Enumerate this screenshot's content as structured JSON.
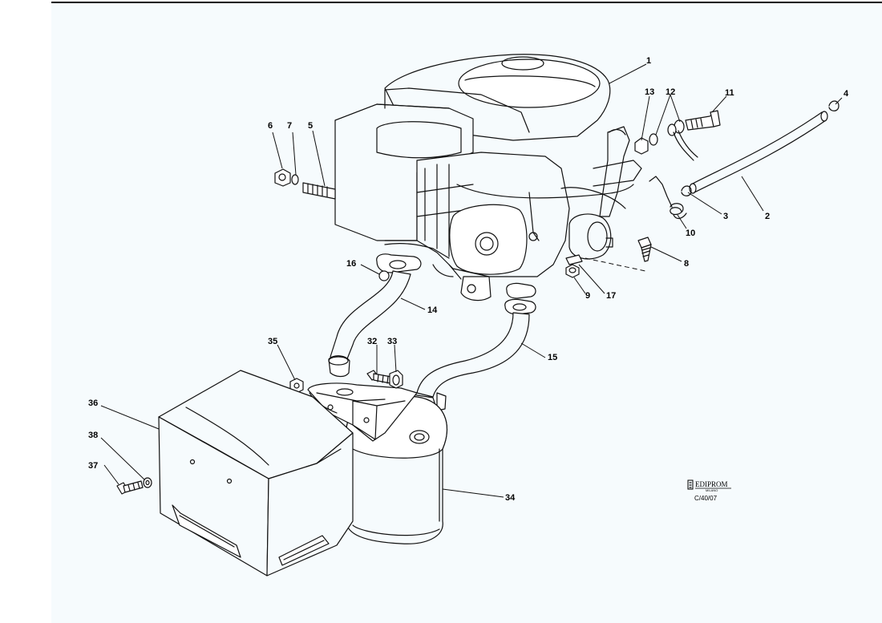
{
  "callouts": [
    {
      "id": "c1",
      "label": "1"
    },
    {
      "id": "c2",
      "label": "2"
    },
    {
      "id": "c3",
      "label": "3"
    },
    {
      "id": "c4",
      "label": "4"
    },
    {
      "id": "c5",
      "label": "5"
    },
    {
      "id": "c6",
      "label": "6"
    },
    {
      "id": "c7",
      "label": "7"
    },
    {
      "id": "c8",
      "label": "8"
    },
    {
      "id": "c9",
      "label": "9"
    },
    {
      "id": "c10",
      "label": "10"
    },
    {
      "id": "c11",
      "label": "11"
    },
    {
      "id": "c12",
      "label": "12"
    },
    {
      "id": "c13",
      "label": "13"
    },
    {
      "id": "c14",
      "label": "14"
    },
    {
      "id": "c15",
      "label": "15"
    },
    {
      "id": "c16",
      "label": "16"
    },
    {
      "id": "c17",
      "label": "17"
    },
    {
      "id": "c32",
      "label": "32"
    },
    {
      "id": "c33",
      "label": "33"
    },
    {
      "id": "c34",
      "label": "34"
    },
    {
      "id": "c35",
      "label": "35"
    },
    {
      "id": "c36",
      "label": "36"
    },
    {
      "id": "c37",
      "label": "37"
    },
    {
      "id": "c38",
      "label": "38"
    }
  ],
  "publisher": {
    "logo_name": "EDIPROM",
    "logo_sub": "MILANO",
    "drawing_code": "C/40/07"
  },
  "colors": {
    "background": "#f6fbfd",
    "line": "#111111",
    "frame": "#000000"
  }
}
